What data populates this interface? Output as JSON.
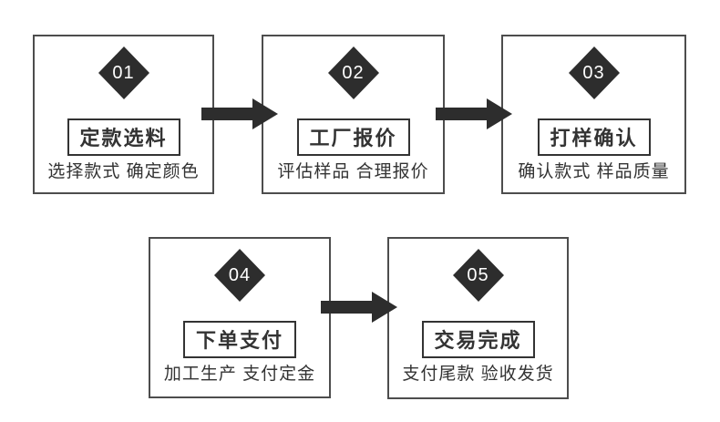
{
  "diagram": {
    "type": "process-flow",
    "steps": [
      {
        "number": "01",
        "title": "定款选料",
        "subtitle": "选择款式 确定颜色"
      },
      {
        "number": "02",
        "title": "工厂报价",
        "subtitle": "评估样品 合理报价"
      },
      {
        "number": "03",
        "title": "打样确认",
        "subtitle": "确认款式 样品质量"
      },
      {
        "number": "04",
        "title": "下单支付",
        "subtitle": "加工生产 支付定金"
      },
      {
        "number": "05",
        "title": "交易完成",
        "subtitle": "支付尾款 验收发货"
      }
    ],
    "arrows": [
      {
        "from": "01",
        "to": "02",
        "direction": "right"
      },
      {
        "from": "02",
        "to": "03",
        "direction": "right"
      },
      {
        "from": "04",
        "to": "05",
        "direction": "right"
      }
    ],
    "colors": {
      "background": "#ffffff",
      "box_border": "#4d4d4d",
      "title_border": "#333333",
      "diamond_fill": "#2d2d2d",
      "arrow_fill": "#2d2d2d",
      "number_text": "#ffffff",
      "title_text": "#333333",
      "subtitle_text": "#333333"
    }
  }
}
